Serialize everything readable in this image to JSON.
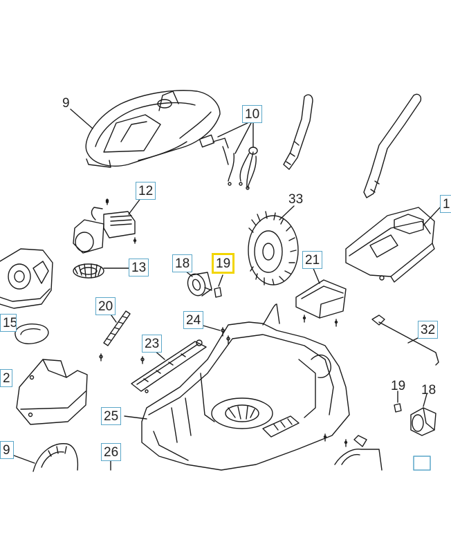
{
  "labels": {
    "p9a": "9",
    "p10": "10",
    "p12": "12",
    "p33": "33",
    "p1": "1",
    "p13": "13",
    "p18a": "18",
    "p19a": "19",
    "p21": "21",
    "p15": "15",
    "p20": "20",
    "p24": "24",
    "p32": "32",
    "p23": "23",
    "p2": "2",
    "p19b": "19",
    "p18b": "18",
    "p25": "25",
    "p9b": "9",
    "p26": "26"
  },
  "highlighted_part": "19",
  "colors": {
    "label_border": "#5aa6c8",
    "highlight_border": "#f2d500",
    "line": "#1a1a1a"
  }
}
